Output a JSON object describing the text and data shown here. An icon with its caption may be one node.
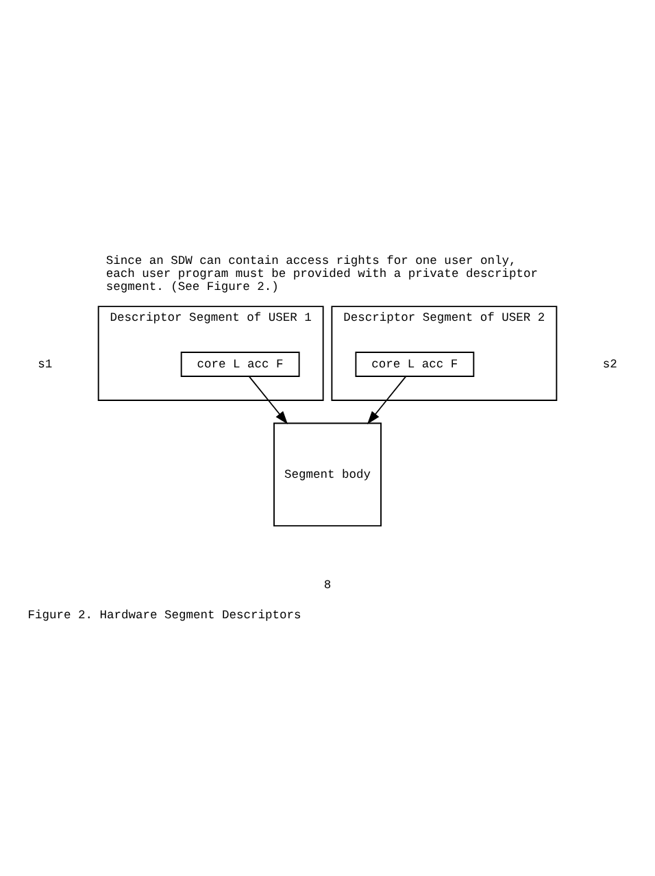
{
  "diagram": {
    "caption": "Figure 2. Hardware Segment Descriptors",
    "nodes": [
      {
        "text": [
          "Descriptor Segment of USER 1"
        ]
      },
      {
        "text": [
          "core L acc F"
        ],
        "in": 0
      },
      {
        "text": [
          "Descriptor Segment of USER 2"
        ]
      },
      {
        "text": [
          "core L acc F"
        ],
        "in": 2
      },
      {
        "text": [
          "Segment body"
        ]
      }
    ],
    "edges": [
      {
        "from": 1,
        "to": 4,
        "arrow": "to"
      },
      {
        "from": 3,
        "to": 4,
        "arrow": "to"
      }
    ],
    "labels": [
      "Since an SDW can contain access rights for one user only, each user program must be provided with a private descriptor segment. (See Figure 2.)",
      "s1",
      "s2",
      "8"
    ]
  }
}
